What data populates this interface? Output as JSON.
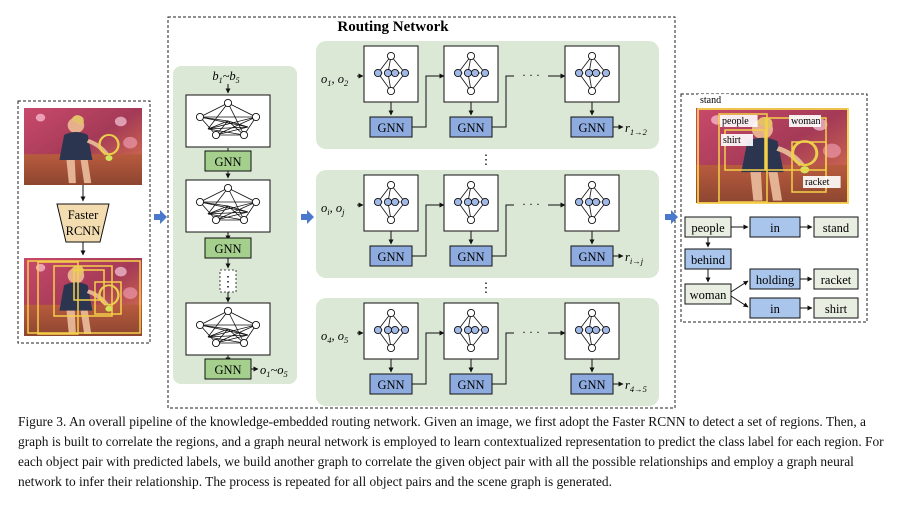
{
  "header": {
    "title": "Routing Network"
  },
  "left_panel": {
    "detector_label_1": "Faster",
    "detector_label_2": "RCNN"
  },
  "object_column": {
    "input_label": "b1~b5",
    "gnn_label": "GNN",
    "dots": "⋮",
    "output_label": "o1~o5"
  },
  "routing_rows": [
    {
      "input": "o1, o2",
      "output": "r1→2",
      "gnn": "GNN"
    },
    {
      "input": "oi, oj",
      "output": "ri→j",
      "gnn": "GNN"
    },
    {
      "input": "o4, o5",
      "output": "r4→5",
      "gnn": "GNN"
    }
  ],
  "row_separator": "⋮",
  "chain_dots": "· · ·",
  "scene_image_labels": [
    "stand",
    "people",
    "woman",
    "shirt",
    "racket"
  ],
  "scene_graph": {
    "people": "people",
    "in_1": "in",
    "stand": "stand",
    "behind": "behind",
    "woman": "woman",
    "holding": "holding",
    "racket": "racket",
    "in_2": "in",
    "shirt": "shirt"
  },
  "caption": "Figure 3. An overall pipeline of the knowledge-embedded routing network. Given an image, we first adopt the Faster RCNN to detect a set of regions. Then, a graph is built to correlate the regions, and a graph neural network is employed to learn contextualized representation to predict the class label for each region. For each object pair with predicted labels, we build another graph to correlate the given object pair with all the possible relationships and employ a graph neural network to infer their relationship. The process is repeated for all object pairs and the scene graph is generated.",
  "colors": {
    "panel_bg": "#dce8d6",
    "gnn_green": "#a4cf8d",
    "gnn_blue": "#8eabe0",
    "node_blue": "#9fb8e6",
    "flow_arrow": "#4a78cc",
    "bbox_yellow": "#f4d04a",
    "sg_green_box": "#e8efe2",
    "sg_blue_box": "#a9c5ec"
  }
}
